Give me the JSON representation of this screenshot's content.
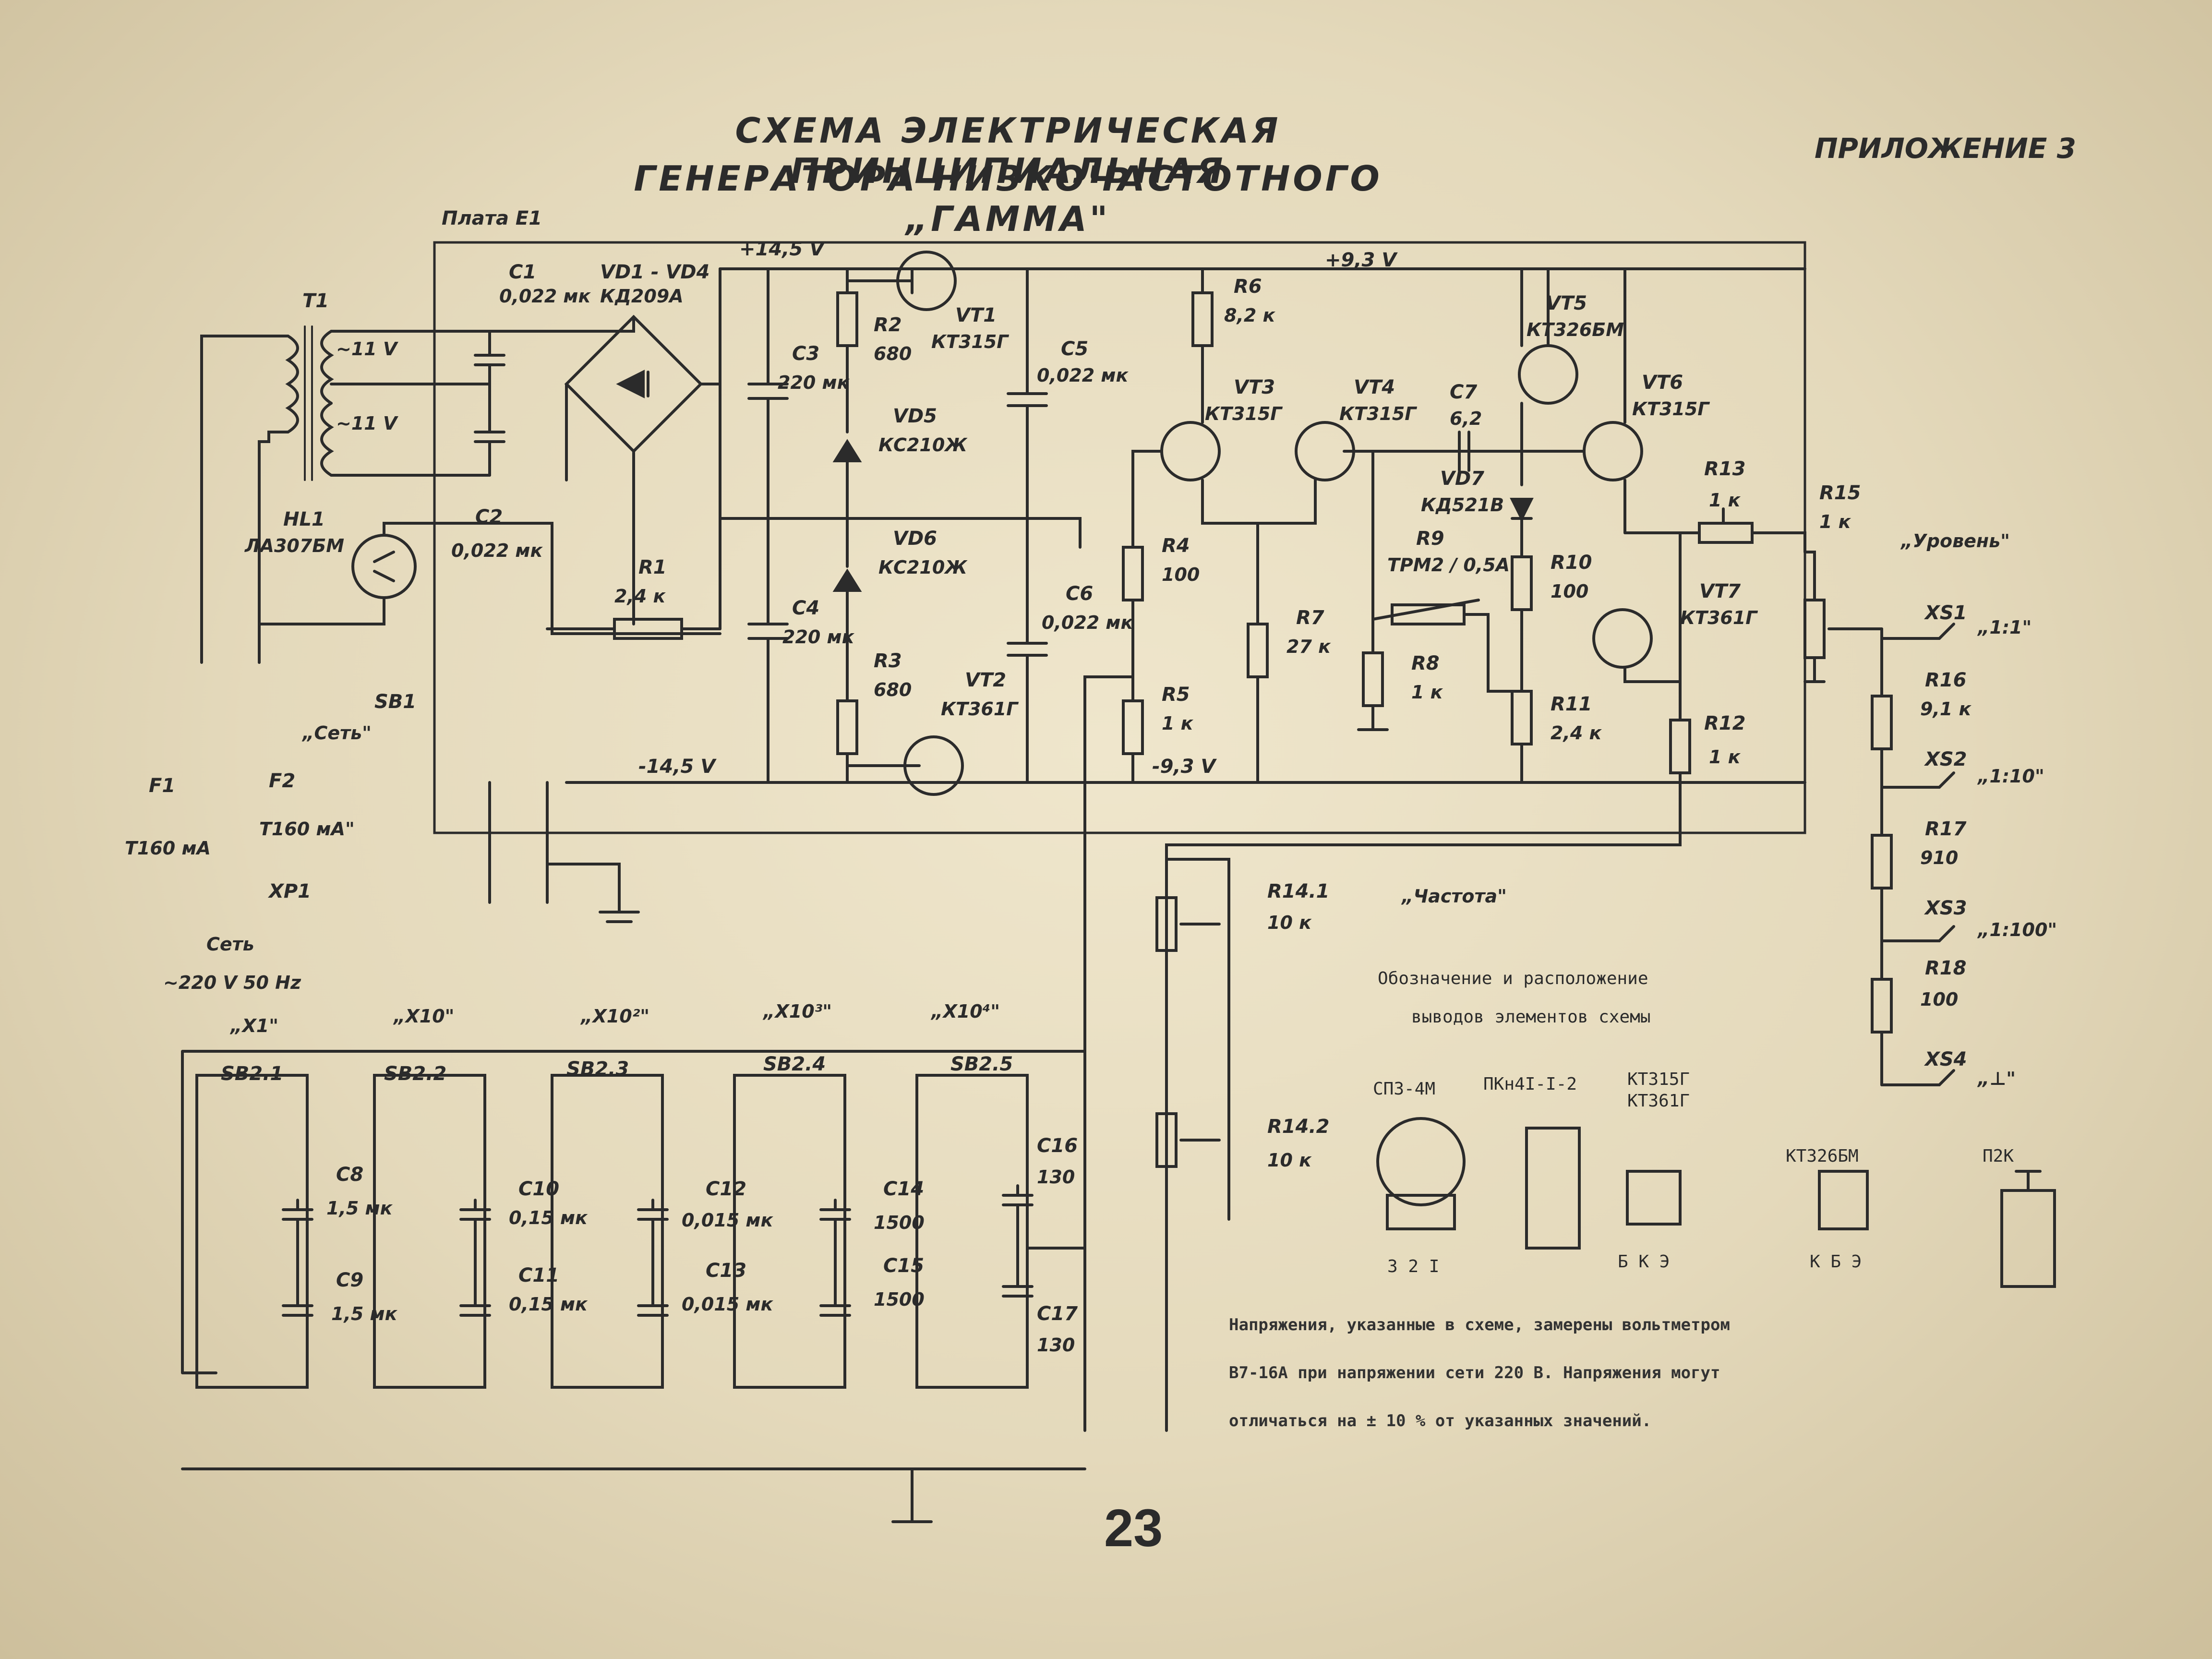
{
  "header": {
    "title_line1": "СХЕМА ЭЛЕКТРИЧЕСКАЯ ПРИНЦИПИАЛЬНАЯ",
    "title_line2": "ГЕНЕРАТОРА НИЗКОЧАСТОТНОГО „ГАММА\"",
    "appendix": "ПРИЛОЖЕНИЕ 3"
  },
  "board": {
    "label": "Плата E1"
  },
  "rails": {
    "pos14": "+14,5 V",
    "pos9": "+9,3 V",
    "neg14": "-14,5 V",
    "neg9": "-9,3 V"
  },
  "transformer": {
    "ref": "T1",
    "w1": "~11 V",
    "w2": "~11 V"
  },
  "lamp": {
    "ref": "HL1",
    "type": "ЛА307БМ"
  },
  "switch_power": {
    "ref": "SB1",
    "name": "„Сеть\""
  },
  "fuses": [
    {
      "ref": "F1",
      "rating": "T160 мА"
    },
    {
      "ref": "F2",
      "rating": "T160 мА\""
    }
  ],
  "plug": {
    "ref": "XP1",
    "line1": "Сеть",
    "line2": "~220 V 50 Hz"
  },
  "components": {
    "c1": {
      "ref": "C1",
      "val": "0,022 мк"
    },
    "vd_bridge": {
      "ref": "VD1 - VD4",
      "val": "КД209А"
    },
    "c2": {
      "ref": "C2",
      "val": "0,022 мк"
    },
    "r1": {
      "ref": "R1",
      "val": "2,4 к"
    },
    "c3": {
      "ref": "C3",
      "val": "220 мк"
    },
    "c4": {
      "ref": "C4",
      "val": "220 мк"
    },
    "r2": {
      "ref": "R2",
      "val": "680"
    },
    "r3": {
      "ref": "R3",
      "val": "680"
    },
    "vt1": {
      "ref": "VT1",
      "val": "КТ315Г"
    },
    "vt2": {
      "ref": "VT2",
      "val": "КТ361Г"
    },
    "vd5": {
      "ref": "VD5",
      "val": "КС210Ж"
    },
    "vd6": {
      "ref": "VD6",
      "val": "КС210Ж"
    },
    "c5": {
      "ref": "C5",
      "val": "0,022 мк"
    },
    "c6": {
      "ref": "C6",
      "val": "0,022 мк"
    },
    "r4": {
      "ref": "R4",
      "val": "100"
    },
    "r5": {
      "ref": "R5",
      "val": "1 к"
    },
    "r6": {
      "ref": "R6",
      "val": "8,2 к"
    },
    "vt3": {
      "ref": "VT3",
      "val": "КТ315Г"
    },
    "vt4": {
      "ref": "VT4",
      "val": "КТ315Г"
    },
    "vt5": {
      "ref": "VT5",
      "val": "КТ326БМ"
    },
    "vt6": {
      "ref": "VT6",
      "val": "КТ315Г"
    },
    "vt7": {
      "ref": "VT7",
      "val": "КТ361Г"
    },
    "c7": {
      "ref": "C7",
      "val": "6,2"
    },
    "vd7": {
      "ref": "VD7",
      "val": "КД521В"
    },
    "r7": {
      "ref": "R7",
      "val": "27 к"
    },
    "r8": {
      "ref": "R8",
      "val": "1 к"
    },
    "r9": {
      "ref": "R9",
      "val": "ТРМ2 / 0,5А"
    },
    "r10": {
      "ref": "R10",
      "val": "100"
    },
    "r11": {
      "ref": "R11",
      "val": "2,4 к"
    },
    "r12": {
      "ref": "R12",
      "val": "1 к"
    },
    "r13": {
      "ref": "R13",
      "val": "1 к"
    },
    "r15": {
      "ref": "R15",
      "val": "1 к",
      "name": "„Уровень\""
    },
    "r14_1": {
      "ref": "R14.1",
      "val": "10 к",
      "name": "„Частота\""
    },
    "r14_2": {
      "ref": "R14.2",
      "val": "10 к"
    },
    "r16": {
      "ref": "R16",
      "val": "9,1 к"
    },
    "r17": {
      "ref": "R17",
      "val": "910"
    },
    "r18": {
      "ref": "R18",
      "val": "100"
    },
    "c8": {
      "ref": "C8",
      "val": "1,5 мк"
    },
    "c9": {
      "ref": "C9",
      "val": "1,5 мк"
    },
    "c10": {
      "ref": "C10",
      "val": "0,15 мк"
    },
    "c11": {
      "ref": "C11",
      "val": "0,15 мк"
    },
    "c12": {
      "ref": "C12",
      "val": "0,015 мк"
    },
    "c13": {
      "ref": "C13",
      "val": "0,015 мк"
    },
    "c14": {
      "ref": "C14",
      "val": "1500"
    },
    "c15": {
      "ref": "C15",
      "val": "1500"
    },
    "c16": {
      "ref": "C16",
      "val": "130"
    },
    "c17": {
      "ref": "C17",
      "val": "130"
    }
  },
  "outputs": [
    {
      "ref": "XS1",
      "ratio": "„1:1\""
    },
    {
      "ref": "XS2",
      "ratio": "„1:10\""
    },
    {
      "ref": "XS3",
      "ratio": "„1:100\""
    },
    {
      "ref": "XS4",
      "ratio": "„⊥\""
    }
  ],
  "range_switch": [
    {
      "ref": "SB2.1",
      "mult": "„X1\""
    },
    {
      "ref": "SB2.2",
      "mult": "„X10\""
    },
    {
      "ref": "SB2.3",
      "mult": "„X10²\""
    },
    {
      "ref": "SB2.4",
      "mult": "„X10³\""
    },
    {
      "ref": "SB2.5",
      "mult": "„X10⁴\""
    }
  ],
  "legend": {
    "title1": "Обозначение и расположение",
    "title2": "выводов элементов схемы",
    "sp3": "СП3-4М",
    "pkn": "ПКн4I-I-2",
    "kt315": "КТ315Г",
    "kt361": "КТ361Г",
    "kt326": "КТ326БМ",
    "p2k": "П2К",
    "pins_sp3": "3 2 I",
    "pins_bke": "Б К Э",
    "pins_kbe": "К Б Э"
  },
  "note": {
    "line1": "Напряжения, указанные в схеме, замерены вольтметром",
    "line2": "В7-16А при напряжении сети 220 В. Напряжения могут",
    "line3": "отличаться на ± 10 % от указанных значений."
  },
  "page_number": "23"
}
